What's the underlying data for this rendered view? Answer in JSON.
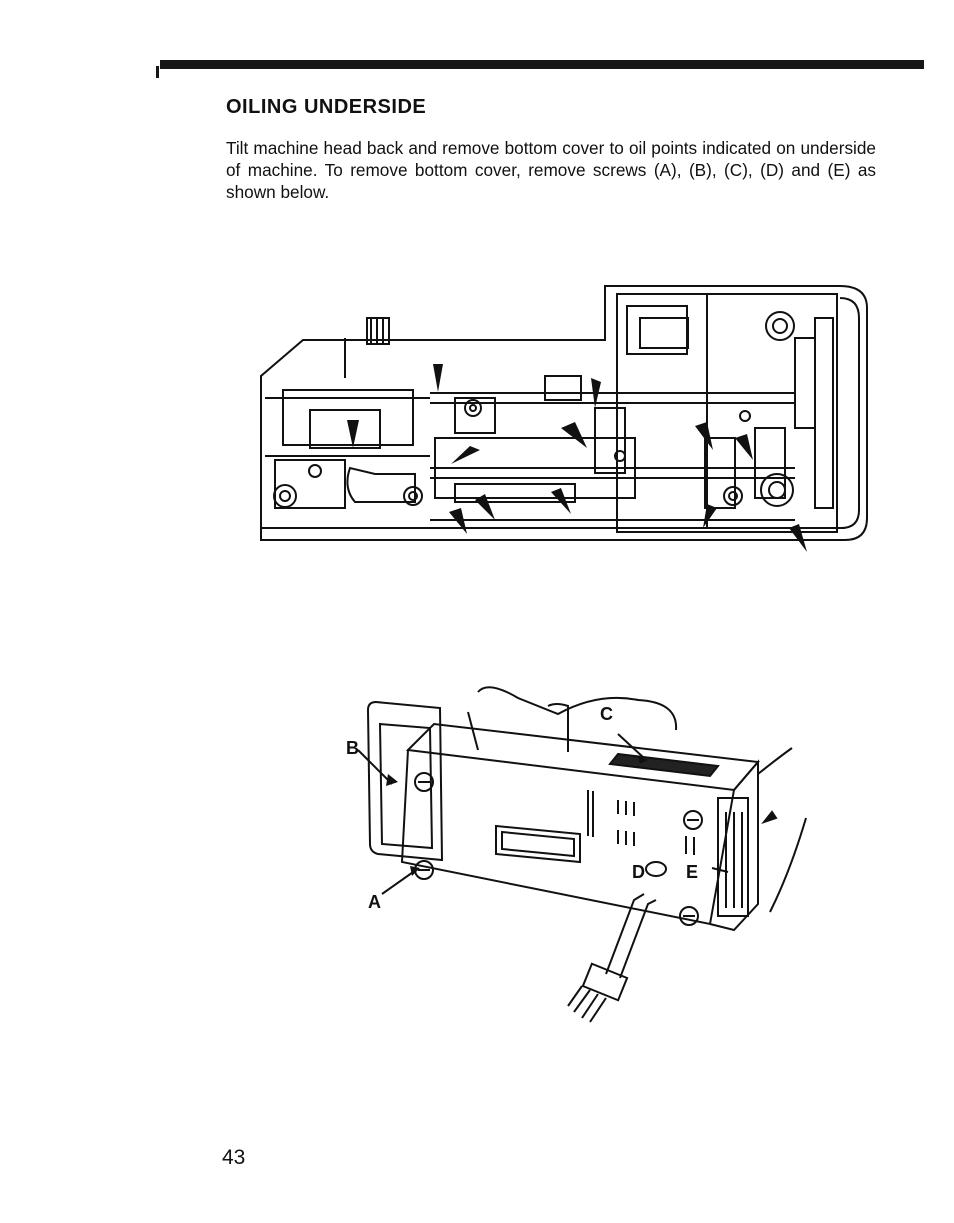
{
  "header": {
    "title": "OILING UNDERSIDE"
  },
  "body": {
    "paragraph": "Tilt machine head back and remove bottom cover to oil points indicated on underside of machine.  To remove bottom cover, remove screws (A), (B), (C), (D) and (E) as shown below."
  },
  "figure2": {
    "labels": {
      "a": "A",
      "b": "B",
      "c": "C",
      "d": "D",
      "e": "E"
    }
  },
  "footer": {
    "page_number": "43"
  }
}
